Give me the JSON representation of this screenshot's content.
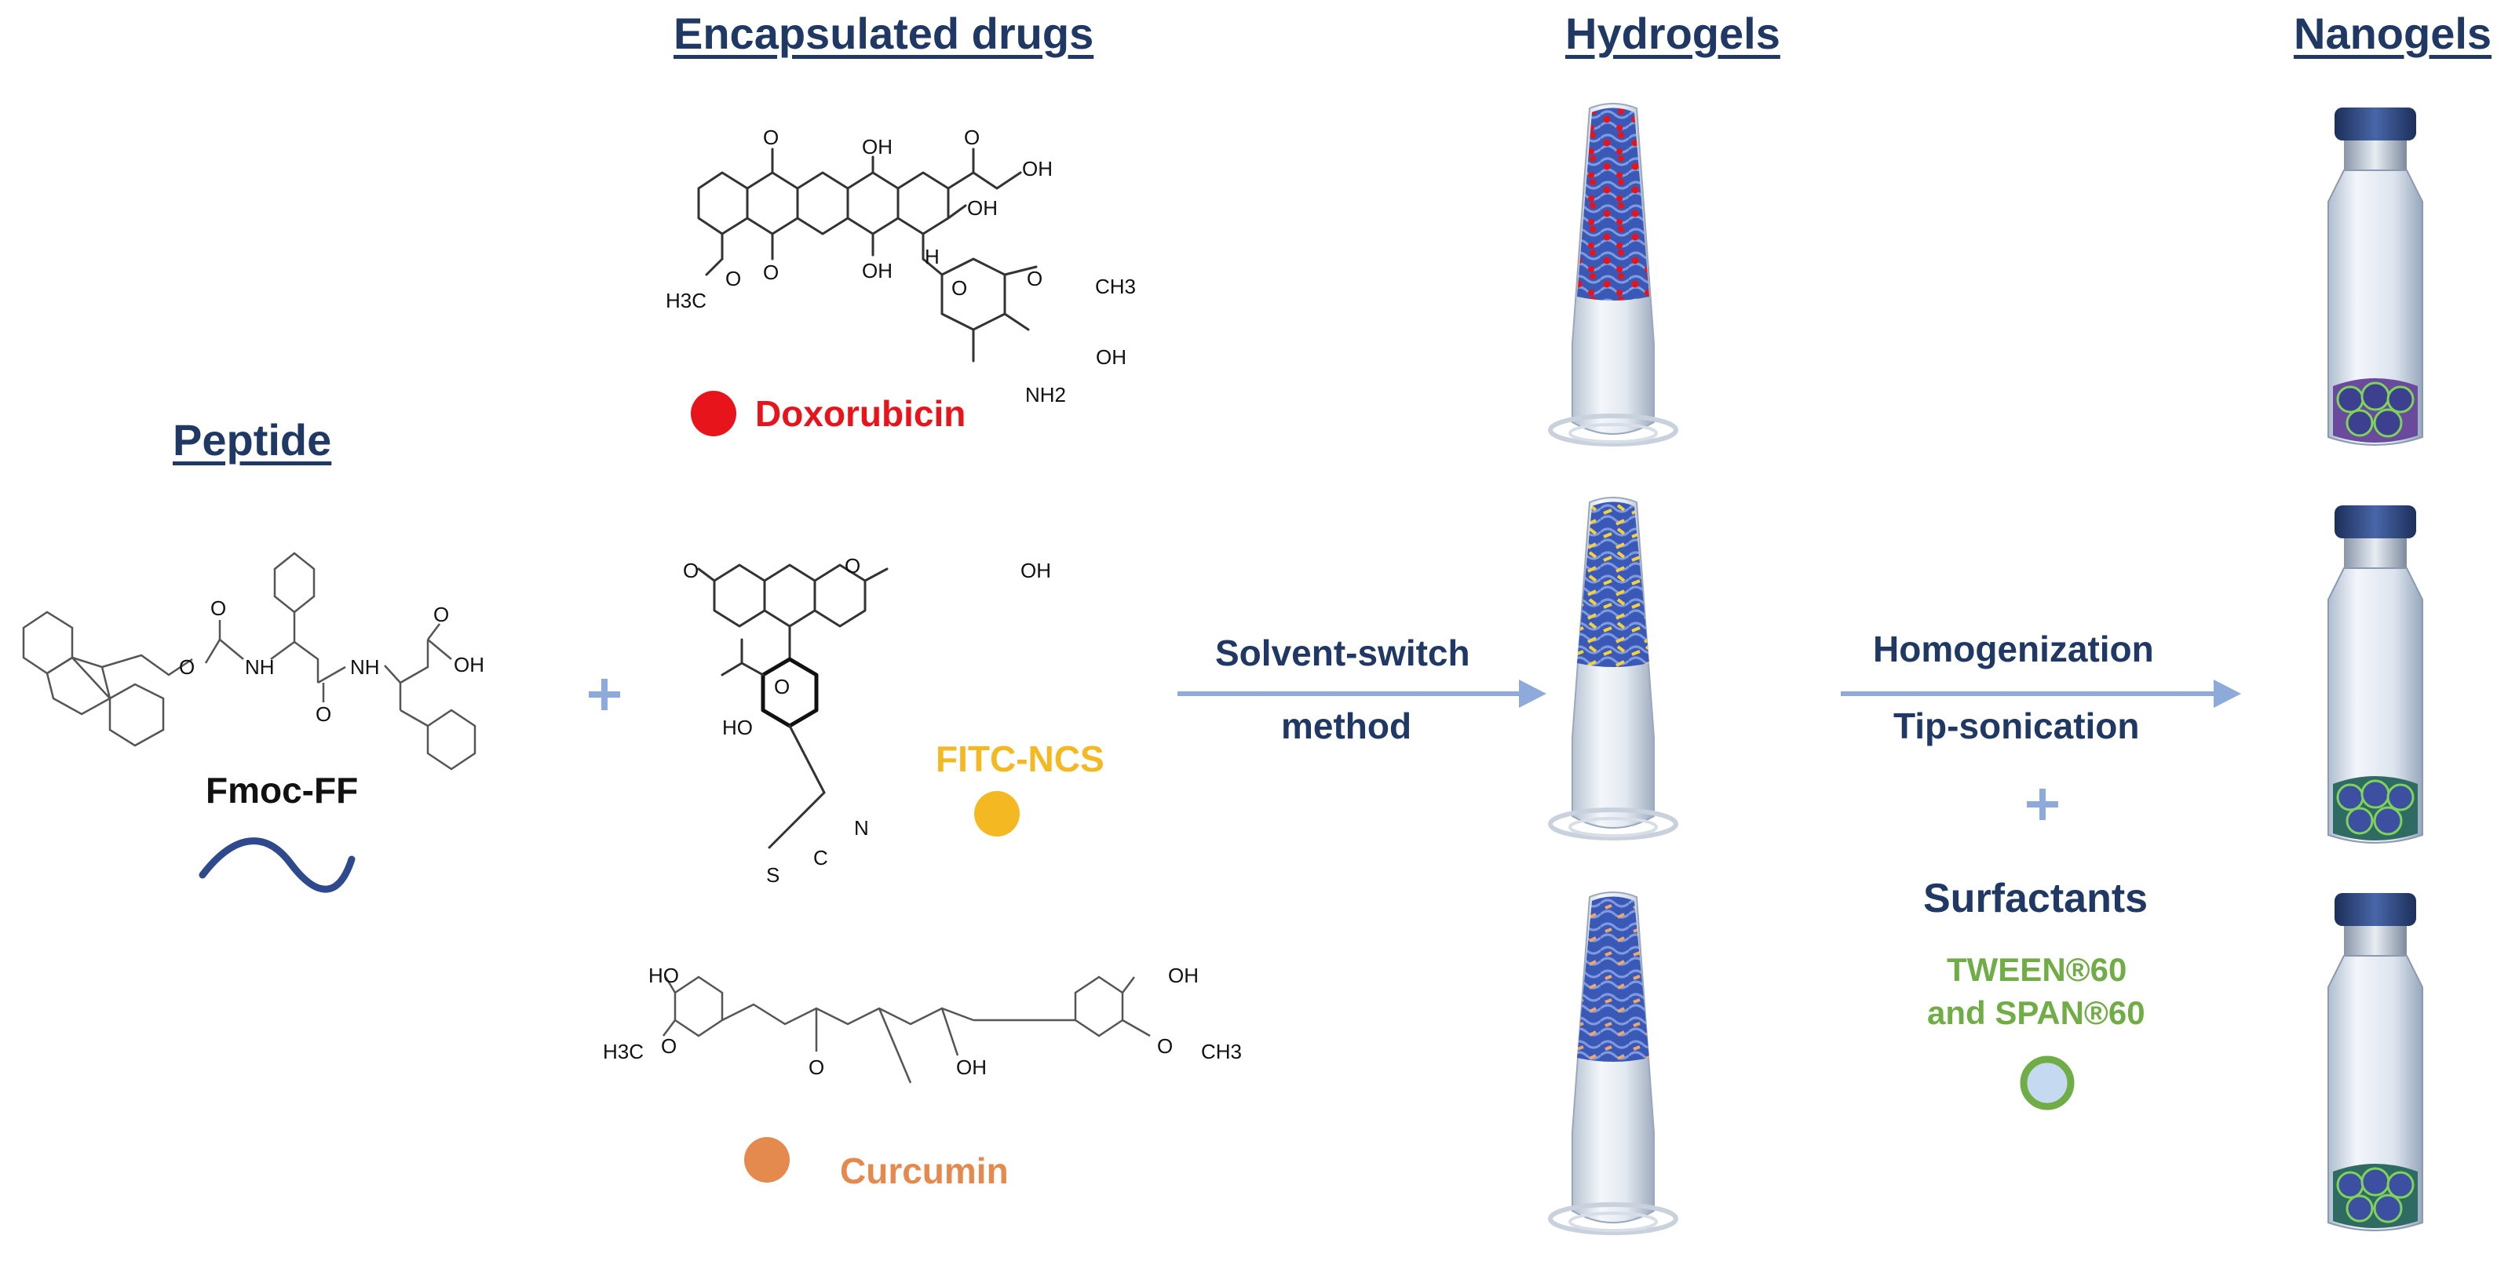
{
  "headers": {
    "peptide": "Peptide",
    "encapsulated_drugs": "Encapsulated drugs",
    "hydrogels": "Hydrogels",
    "nanogels": "Nanogels"
  },
  "peptide": {
    "name": "Fmoc-FF",
    "atoms": {
      "o1": "O",
      "o2": "O",
      "nh1": "NH",
      "nh2": "NH",
      "o3": "O",
      "oh": "OH",
      "o4": "O"
    }
  },
  "plus_sign": "+",
  "drugs": {
    "doxorubicin": {
      "label": "Doxorubicin",
      "color": "#e8141c",
      "atoms": {
        "o_top1": "O",
        "oh_top": "OH",
        "o_ket": "O",
        "oh_side": "OH",
        "oh_ring": "OH",
        "o_bot": "O",
        "oh_bot": "OH",
        "h": "H",
        "o_glyc": "O",
        "o_ring": "O",
        "ch3": "CH3",
        "oh_sugar": "OH",
        "nh2": "NH2",
        "h3co_h3c": "H3C",
        "h3co_o": "O"
      }
    },
    "fitc": {
      "label": "FITC-NCS",
      "color": "#f4b822",
      "atoms": {
        "o_left": "O",
        "o_bridge": "O",
        "oh_right": "OH",
        "o_acid": "O",
        "ho": "HO",
        "n": "N",
        "c": "C",
        "s": "S"
      }
    },
    "curcumin": {
      "label": "Curcumin",
      "color": "#e58a4e",
      "atoms": {
        "ho_left": "HO",
        "h3c_left": "H3C",
        "o_left": "O",
        "o_mid": "O",
        "oh_mid": "OH",
        "oh_right": "OH",
        "o_right": "O",
        "ch3_right": "CH3"
      }
    }
  },
  "steps": {
    "solvent_switch_1": "Solvent-switch",
    "solvent_switch_2": "method",
    "homogenization": "Homogenization",
    "tip_sonication": "Tip-sonication",
    "surfactants": "Surfactants",
    "tween": "TWEEN®60",
    "span": "and SPAN®60"
  },
  "colors": {
    "navy": "#1f3864",
    "arrow": "#8eaadb",
    "surfactant_green": "#70ad47",
    "surfactant_fill": "#c5d9f1",
    "peptide_wave": "#2e4a8c"
  }
}
